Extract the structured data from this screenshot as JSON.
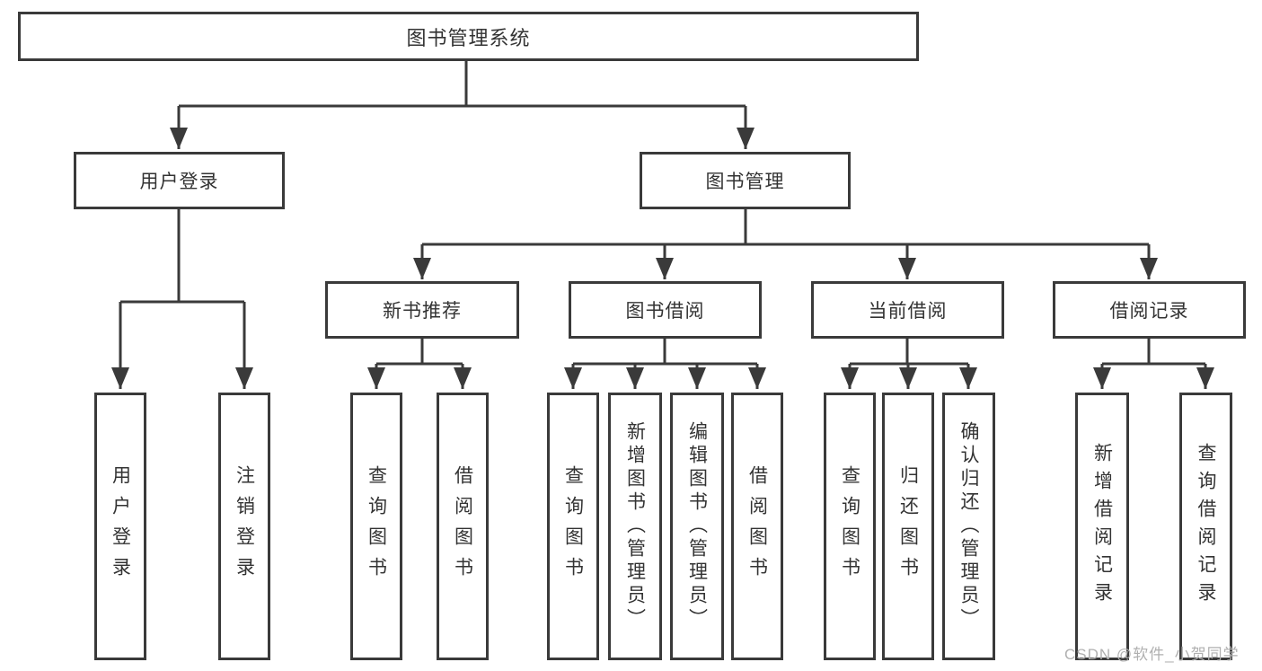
{
  "diagram": {
    "root": {
      "label": "图书管理系统"
    },
    "level2": [
      {
        "label": "用户登录"
      },
      {
        "label": "图书管理"
      }
    ],
    "level3": [
      {
        "label": "新书推荐",
        "parent": "图书管理"
      },
      {
        "label": "图书借阅",
        "parent": "图书管理"
      },
      {
        "label": "当前借阅",
        "parent": "图书管理"
      },
      {
        "label": "借阅记录",
        "parent": "图书管理"
      }
    ],
    "leaves": [
      {
        "label": "用户登录",
        "parent": "用户登录"
      },
      {
        "label": "注销登录",
        "parent": "用户登录"
      },
      {
        "label": "查询图书",
        "parent": "新书推荐"
      },
      {
        "label": "借阅图书",
        "parent": "新书推荐"
      },
      {
        "label": "查询图书",
        "parent": "图书借阅"
      },
      {
        "label": "新增图书（管理员）",
        "parent": "图书借阅"
      },
      {
        "label": "编辑图书（管理员）",
        "parent": "图书借阅"
      },
      {
        "label": "借阅图书",
        "parent": "图书借阅"
      },
      {
        "label": "查询图书",
        "parent": "当前借阅"
      },
      {
        "label": "归还图书",
        "parent": "当前借阅"
      },
      {
        "label": "确认归还（管理员）",
        "parent": "当前借阅"
      },
      {
        "label": "新增借阅记录",
        "parent": "借阅记录"
      },
      {
        "label": "查询借阅记录",
        "parent": "借阅记录"
      }
    ],
    "colors": {
      "line": "#3a3a3a",
      "box_border": "#3a3a3a",
      "text": "#333333",
      "background": "#ffffff",
      "watermark": "#b0b0b0"
    }
  },
  "watermark": {
    "text": "CSDN @软件_小贺同学"
  }
}
